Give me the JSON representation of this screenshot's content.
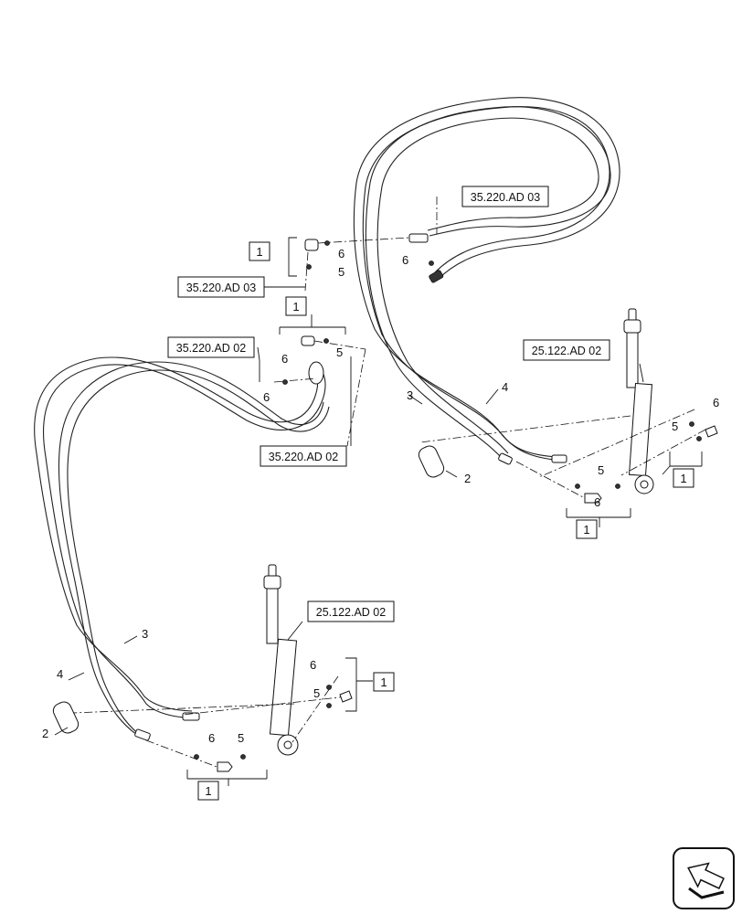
{
  "callouts": {
    "upper_ref_03_a": "35.220.AD 03",
    "upper_ref_03_b": "35.220.AD 03",
    "upper_ref_02_a": "35.220.AD 02",
    "upper_ref_02_b": "35.220.AD 02",
    "right_cyl_ref": "25.122.AD 02",
    "left_cyl_ref": "25.122.AD 02"
  },
  "items": {
    "n1": "1",
    "n2": "2",
    "n3": "3",
    "n4": "4",
    "n5": "5",
    "n6": "6"
  }
}
